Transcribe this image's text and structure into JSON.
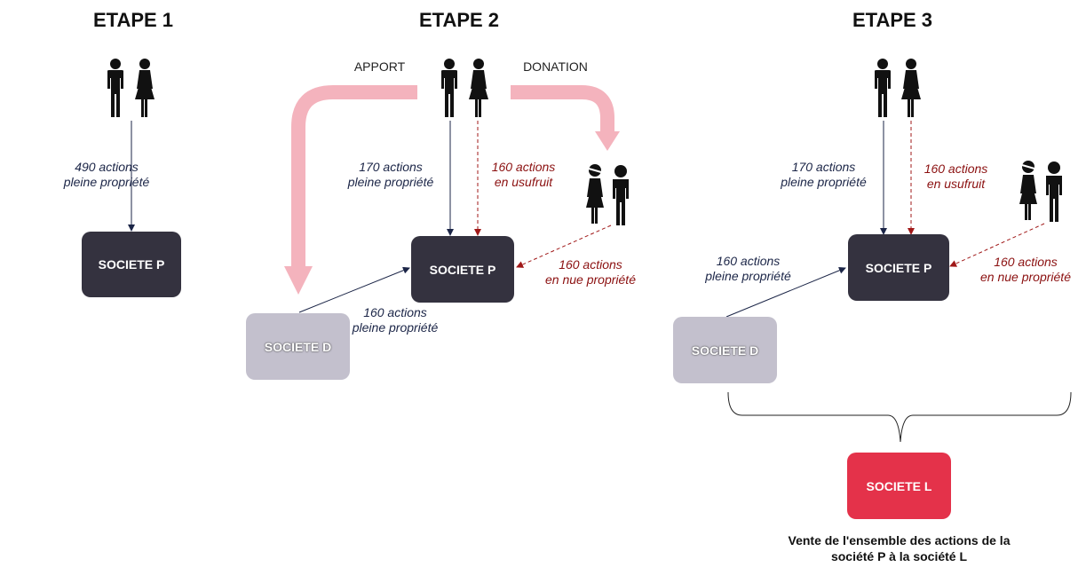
{
  "steps": [
    {
      "title": "ETAPE 1"
    },
    {
      "title": "ETAPE 2"
    },
    {
      "title": "ETAPE 3"
    }
  ],
  "step1": {
    "label_line1": "490 actions",
    "label_line2": "pleine propriété",
    "box": "SOCIETE P"
  },
  "step2": {
    "apport": "APPORT",
    "donation": "DONATION",
    "pp_line1": "170 actions",
    "pp_line2": "pleine propriété",
    "us_line1": "160 actions",
    "us_line2": "en usufruit",
    "np_line1": "160 actions",
    "np_line2": "en nue propriété",
    "d_line1": "160 actions",
    "d_line2": "pleine propriété",
    "box_p": "SOCIETE P",
    "box_d": "SOCIETE D"
  },
  "step3": {
    "pp_line1": "170 actions",
    "pp_line2": "pleine propriété",
    "us_line1": "160 actions",
    "us_line2": "en usufruit",
    "np_line1": "160 actions",
    "np_line2": "en nue propriété",
    "d_line1": "160 actions",
    "d_line2": "pleine propriété",
    "box_p": "SOCIETE P",
    "box_d": "SOCIETE D",
    "box_l": "SOCIETE L",
    "footer_line1": "Vente de l'ensemble des actions de la",
    "footer_line2": "société P à la société L"
  },
  "colors": {
    "dark_box": "#34323f",
    "grey_box": "#c3c0cd",
    "red_box": "#e4324a",
    "blue_line": "#1b2547",
    "red_line": "#a01818",
    "pink_arrow": "#f4b3bd"
  }
}
